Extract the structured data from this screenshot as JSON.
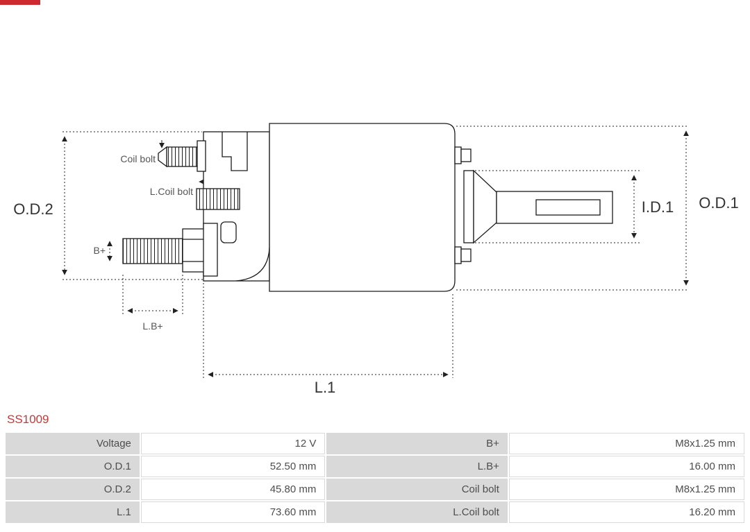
{
  "part_number": "SS1009",
  "diagram": {
    "labels": {
      "od2": "O.D.2",
      "od1": "O.D.1",
      "id1": "I.D.1",
      "l1": "L.1",
      "coil_bolt": "Coil bolt",
      "l_coil_bolt": "L.Coil bolt",
      "b_plus": "B+",
      "l_b_plus": "L.B+"
    }
  },
  "table": {
    "rows": [
      {
        "c0": "Voltage",
        "c1": "12 V",
        "c2": "B+",
        "c3": "M8x1.25 mm"
      },
      {
        "c0": "O.D.1",
        "c1": "52.50 mm",
        "c2": "L.B+",
        "c3": "16.00 mm"
      },
      {
        "c0": "O.D.2",
        "c1": "45.80 mm",
        "c2": "Coil bolt",
        "c3": "M8x1.25 mm"
      },
      {
        "c0": "L.1",
        "c1": "73.60 mm",
        "c2": "L.Coil bolt",
        "c3": "16.20 mm"
      }
    ]
  },
  "colors": {
    "accent_red": "#cc2a30",
    "table_label_bg": "#d9d9d9",
    "line_color": "#1a1a1a"
  }
}
